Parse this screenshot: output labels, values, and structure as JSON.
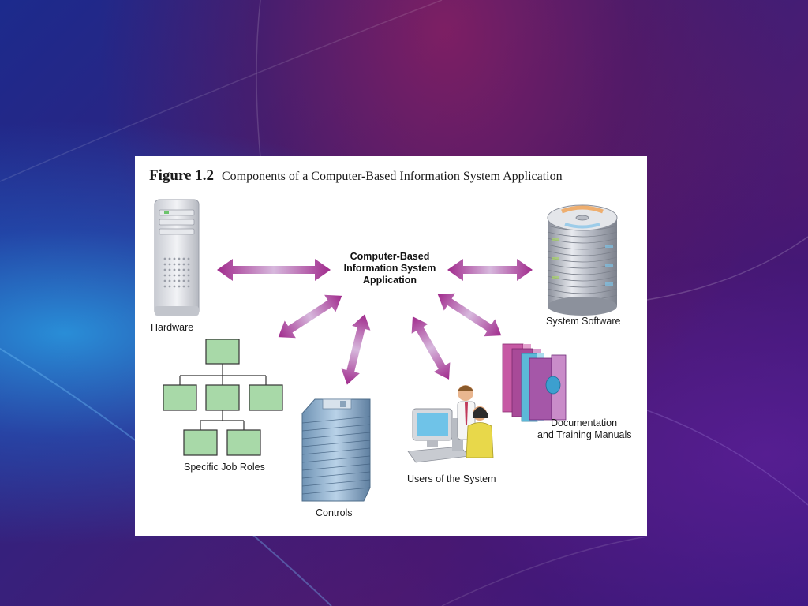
{
  "slide": {
    "figure_number": "Figure 1.2",
    "figure_title": "Components of a Computer-Based Information System Application"
  },
  "diagram": {
    "center": {
      "lines": [
        "Computer-Based",
        "Information System",
        "Application"
      ]
    },
    "components": {
      "hardware": "Hardware",
      "system_software": "System Software",
      "job_roles": "Specific Job Roles",
      "controls": "Controls",
      "users": "Users of the System",
      "documentation_line1": "Documentation",
      "documentation_line2": "and Training Manuals"
    },
    "arrow_color": "#a02a8c",
    "box_fill": "#a8d9a8"
  }
}
